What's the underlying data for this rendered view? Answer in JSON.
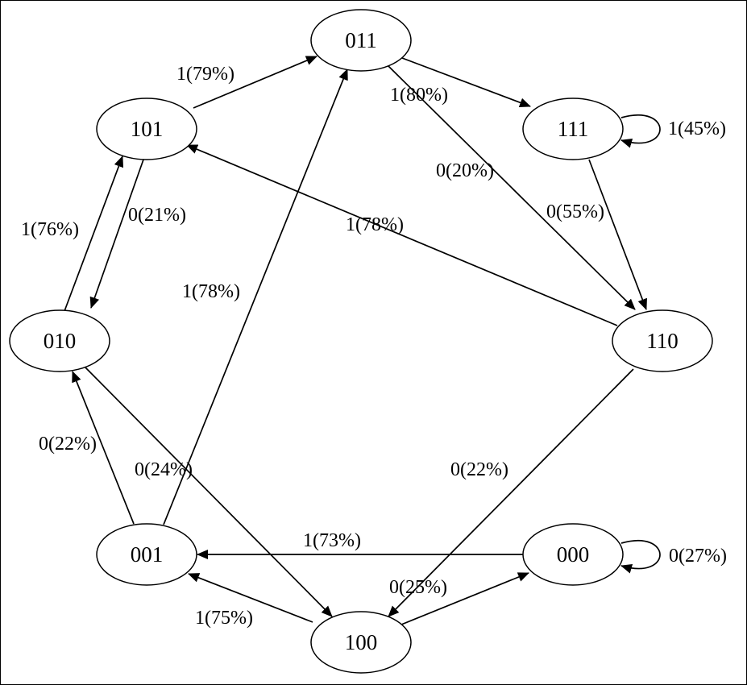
{
  "colors": {
    "stroke": "#000000",
    "background": "#ffffff",
    "label": "#000000"
  },
  "nodes": [
    {
      "id": "n011",
      "label": "011"
    },
    {
      "id": "n101",
      "label": "101"
    },
    {
      "id": "n111",
      "label": "111"
    },
    {
      "id": "n010",
      "label": "010"
    },
    {
      "id": "n110",
      "label": "110"
    },
    {
      "id": "n001",
      "label": "001"
    },
    {
      "id": "n000",
      "label": "000"
    },
    {
      "id": "n100",
      "label": "100"
    }
  ],
  "edges": [
    {
      "from": "n101",
      "to": "n011",
      "label": "1(79%)"
    },
    {
      "from": "n011",
      "to": "n111",
      "label": "1(80%)"
    },
    {
      "from": "n111",
      "to": "n111",
      "label": "1(45%)"
    },
    {
      "from": "n011",
      "to": "n110",
      "label": "0(20%)"
    },
    {
      "from": "n111",
      "to": "n110",
      "label": "0(55%)"
    },
    {
      "from": "n110",
      "to": "n101",
      "label": "1(78%)"
    },
    {
      "from": "n101",
      "to": "n010",
      "label": "0(21%)"
    },
    {
      "from": "n010",
      "to": "n101",
      "label": "1(76%)"
    },
    {
      "from": "n001",
      "to": "n011",
      "label": "1(78%)"
    },
    {
      "from": "n001",
      "to": "n010",
      "label": "0(22%)"
    },
    {
      "from": "n010",
      "to": "n100",
      "label": "0(24%)"
    },
    {
      "from": "n110",
      "to": "n100",
      "label": "0(22%)"
    },
    {
      "from": "n000",
      "to": "n001",
      "label": "1(73%)"
    },
    {
      "from": "n000",
      "to": "n000",
      "label": "0(27%)"
    },
    {
      "from": "n100",
      "to": "n001",
      "label": "1(75%)"
    },
    {
      "from": "n100",
      "to": "n000",
      "label": "0(25%)"
    }
  ]
}
